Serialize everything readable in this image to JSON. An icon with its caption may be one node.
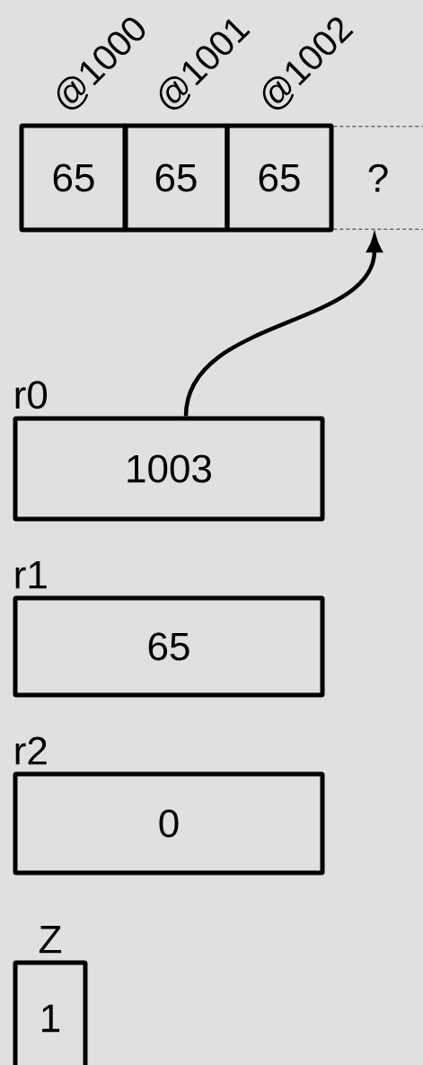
{
  "diagram": {
    "nodes": [
      {
        "text": [
          "65"
        ],
        "beside": [
          "@1000"
        ]
      },
      {
        "text": [
          "65"
        ],
        "beside": [
          "@1001"
        ]
      },
      {
        "text": [
          "65"
        ],
        "beside": [
          "@1002"
        ]
      },
      {
        "text": [
          "?"
        ]
      },
      {
        "text": [
          "r0",
          "1003"
        ]
      },
      {
        "text": [
          "r1",
          "65"
        ]
      },
      {
        "text": [
          "r2",
          "0"
        ]
      },
      {
        "text": [
          "Z",
          "1"
        ]
      }
    ],
    "edges": [
      {
        "from": 4,
        "to": 3,
        "arrow": "to"
      }
    ]
  }
}
